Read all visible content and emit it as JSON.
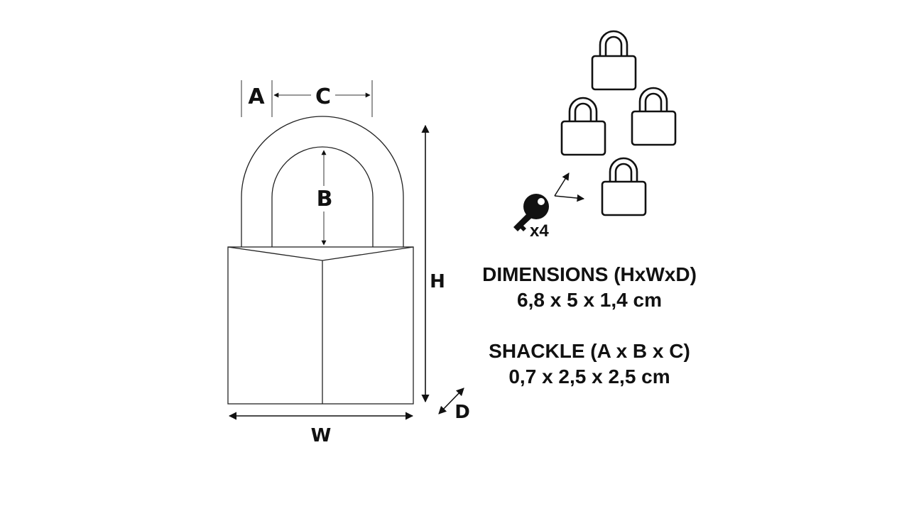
{
  "dimension_labels": {
    "a": "A",
    "b": "B",
    "c": "C",
    "h": "H",
    "w": "W",
    "d": "D"
  },
  "keys": {
    "count_label": "x4",
    "icon": "key-icon"
  },
  "padlocks_in_set_icon": "padlock-icon",
  "specs": {
    "dimensions_title": "DIMENSIONS (HxWxD)",
    "dimensions_value": "6,8 x 5 x 1,4 cm",
    "shackle_title": "SHACKLE (A x B x C)",
    "shackle_value": "0,7 x 2,5 x 2,5 cm"
  },
  "colors": {
    "line": "#111111",
    "background": "#ffffff"
  }
}
